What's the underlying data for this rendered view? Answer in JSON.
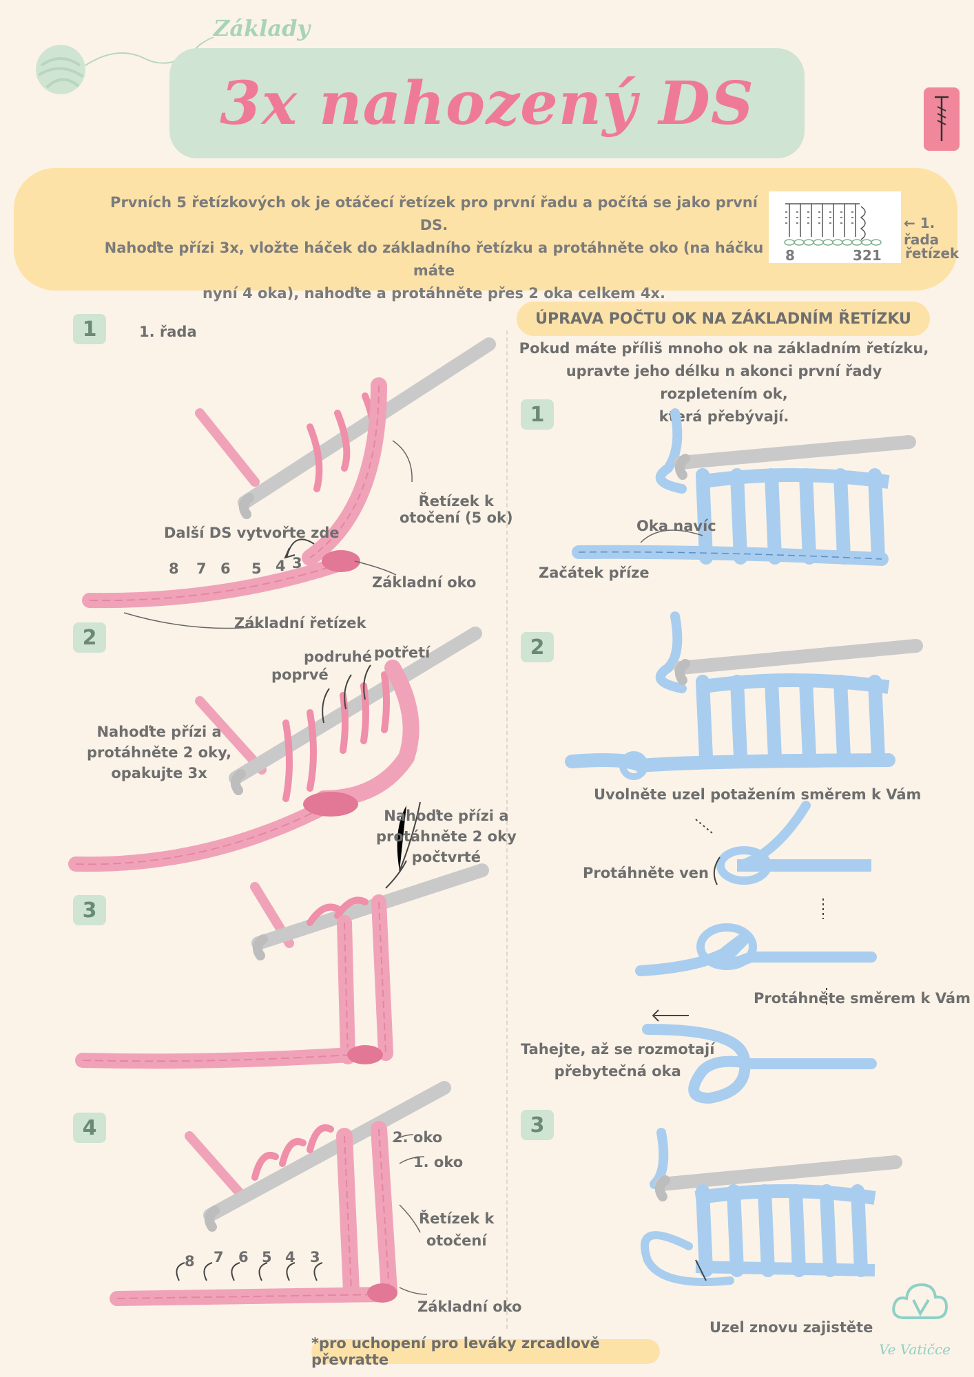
{
  "header": {
    "subtitle": "Základy",
    "title": "3x nahozený DS"
  },
  "intro": {
    "line1": "Prvních 5 řetízkových ok je otáčecí řetízek pro první řadu a počítá se jako první DS.",
    "line2": "Nahoďte přízi 3x, vložte háček do základního řetízku a protáhněte oko (na háčku máte",
    "line3": "nyní 4 oka), nahoďte a protáhněte přes 2 oka celkem 4x."
  },
  "mini_diagram": {
    "num_left": "8",
    "num_right": "321",
    "row_label": "1. řada",
    "chain_label": "řetízek"
  },
  "left": {
    "step1": {
      "badge": "1",
      "row": "1. řada",
      "next_ds": "Další DS vytvořte zde",
      "turning_chain": [
        "Řetízek k",
        "otočení (5 ok)"
      ],
      "base_stitch": "Základní oko",
      "base_chain": "Základní řetízek",
      "numbers": [
        "8",
        "7",
        "6",
        "5",
        "4",
        "3"
      ]
    },
    "step2": {
      "badge": "2",
      "first": "poprvé",
      "second": "podruhé",
      "third": "potřetí",
      "yarn_over": [
        "Nahoďte přízi a",
        "protáhněte 2 oky,",
        "opakujte 3x"
      ],
      "yarn_over_4": [
        "Nahoďte přízi a",
        "protáhněte 2 oky",
        "počtvrté"
      ]
    },
    "step3": {
      "badge": "3"
    },
    "step4": {
      "badge": "4",
      "loop2": "2. oko",
      "loop1": "1. oko",
      "turning_chain": [
        "Řetízek k",
        "otočení"
      ],
      "base_stitch": "Základní oko",
      "numbers": [
        "8",
        "7",
        "6",
        "5",
        "4",
        "3"
      ]
    }
  },
  "right": {
    "section_title": "ÚPRAVA POČTU OK NA ZÁKLADNÍM ŘETÍZKU",
    "section_text": [
      "Pokud máte příliš mnoho ok na základním řetízku,",
      "upravte jeho délku n akonci první řady rozpletením ok,",
      "která přebývají."
    ],
    "step1": {
      "badge": "1",
      "extra": "Oka navíc",
      "yarn_start": "Začátek příze"
    },
    "step2": {
      "badge": "2",
      "loosen": "Uvolněte uzel potažením směrem k Vám",
      "pull_out": "Protáhněte ven",
      "pull_toward": "Protáhněte směrem k Vám",
      "pull_until": [
        "Tahejte, až se rozmotají",
        "přebytečná oka"
      ]
    },
    "step3": {
      "badge": "3",
      "secure": "Uzel znovu zajistěte"
    }
  },
  "footer": {
    "note": "*pro uchopení pro leváky zrcadlově převratte",
    "logo": "Ve Vatičce"
  },
  "colors": {
    "background": "#fbf3e8",
    "title_pink": "#ef7a98",
    "mint": "#cfe4d3",
    "yellow": "#fde2a8",
    "yarn_pink": "#f0a3b8",
    "yarn_blue": "#a9cdee",
    "hook_grey": "#d4d4d4"
  }
}
